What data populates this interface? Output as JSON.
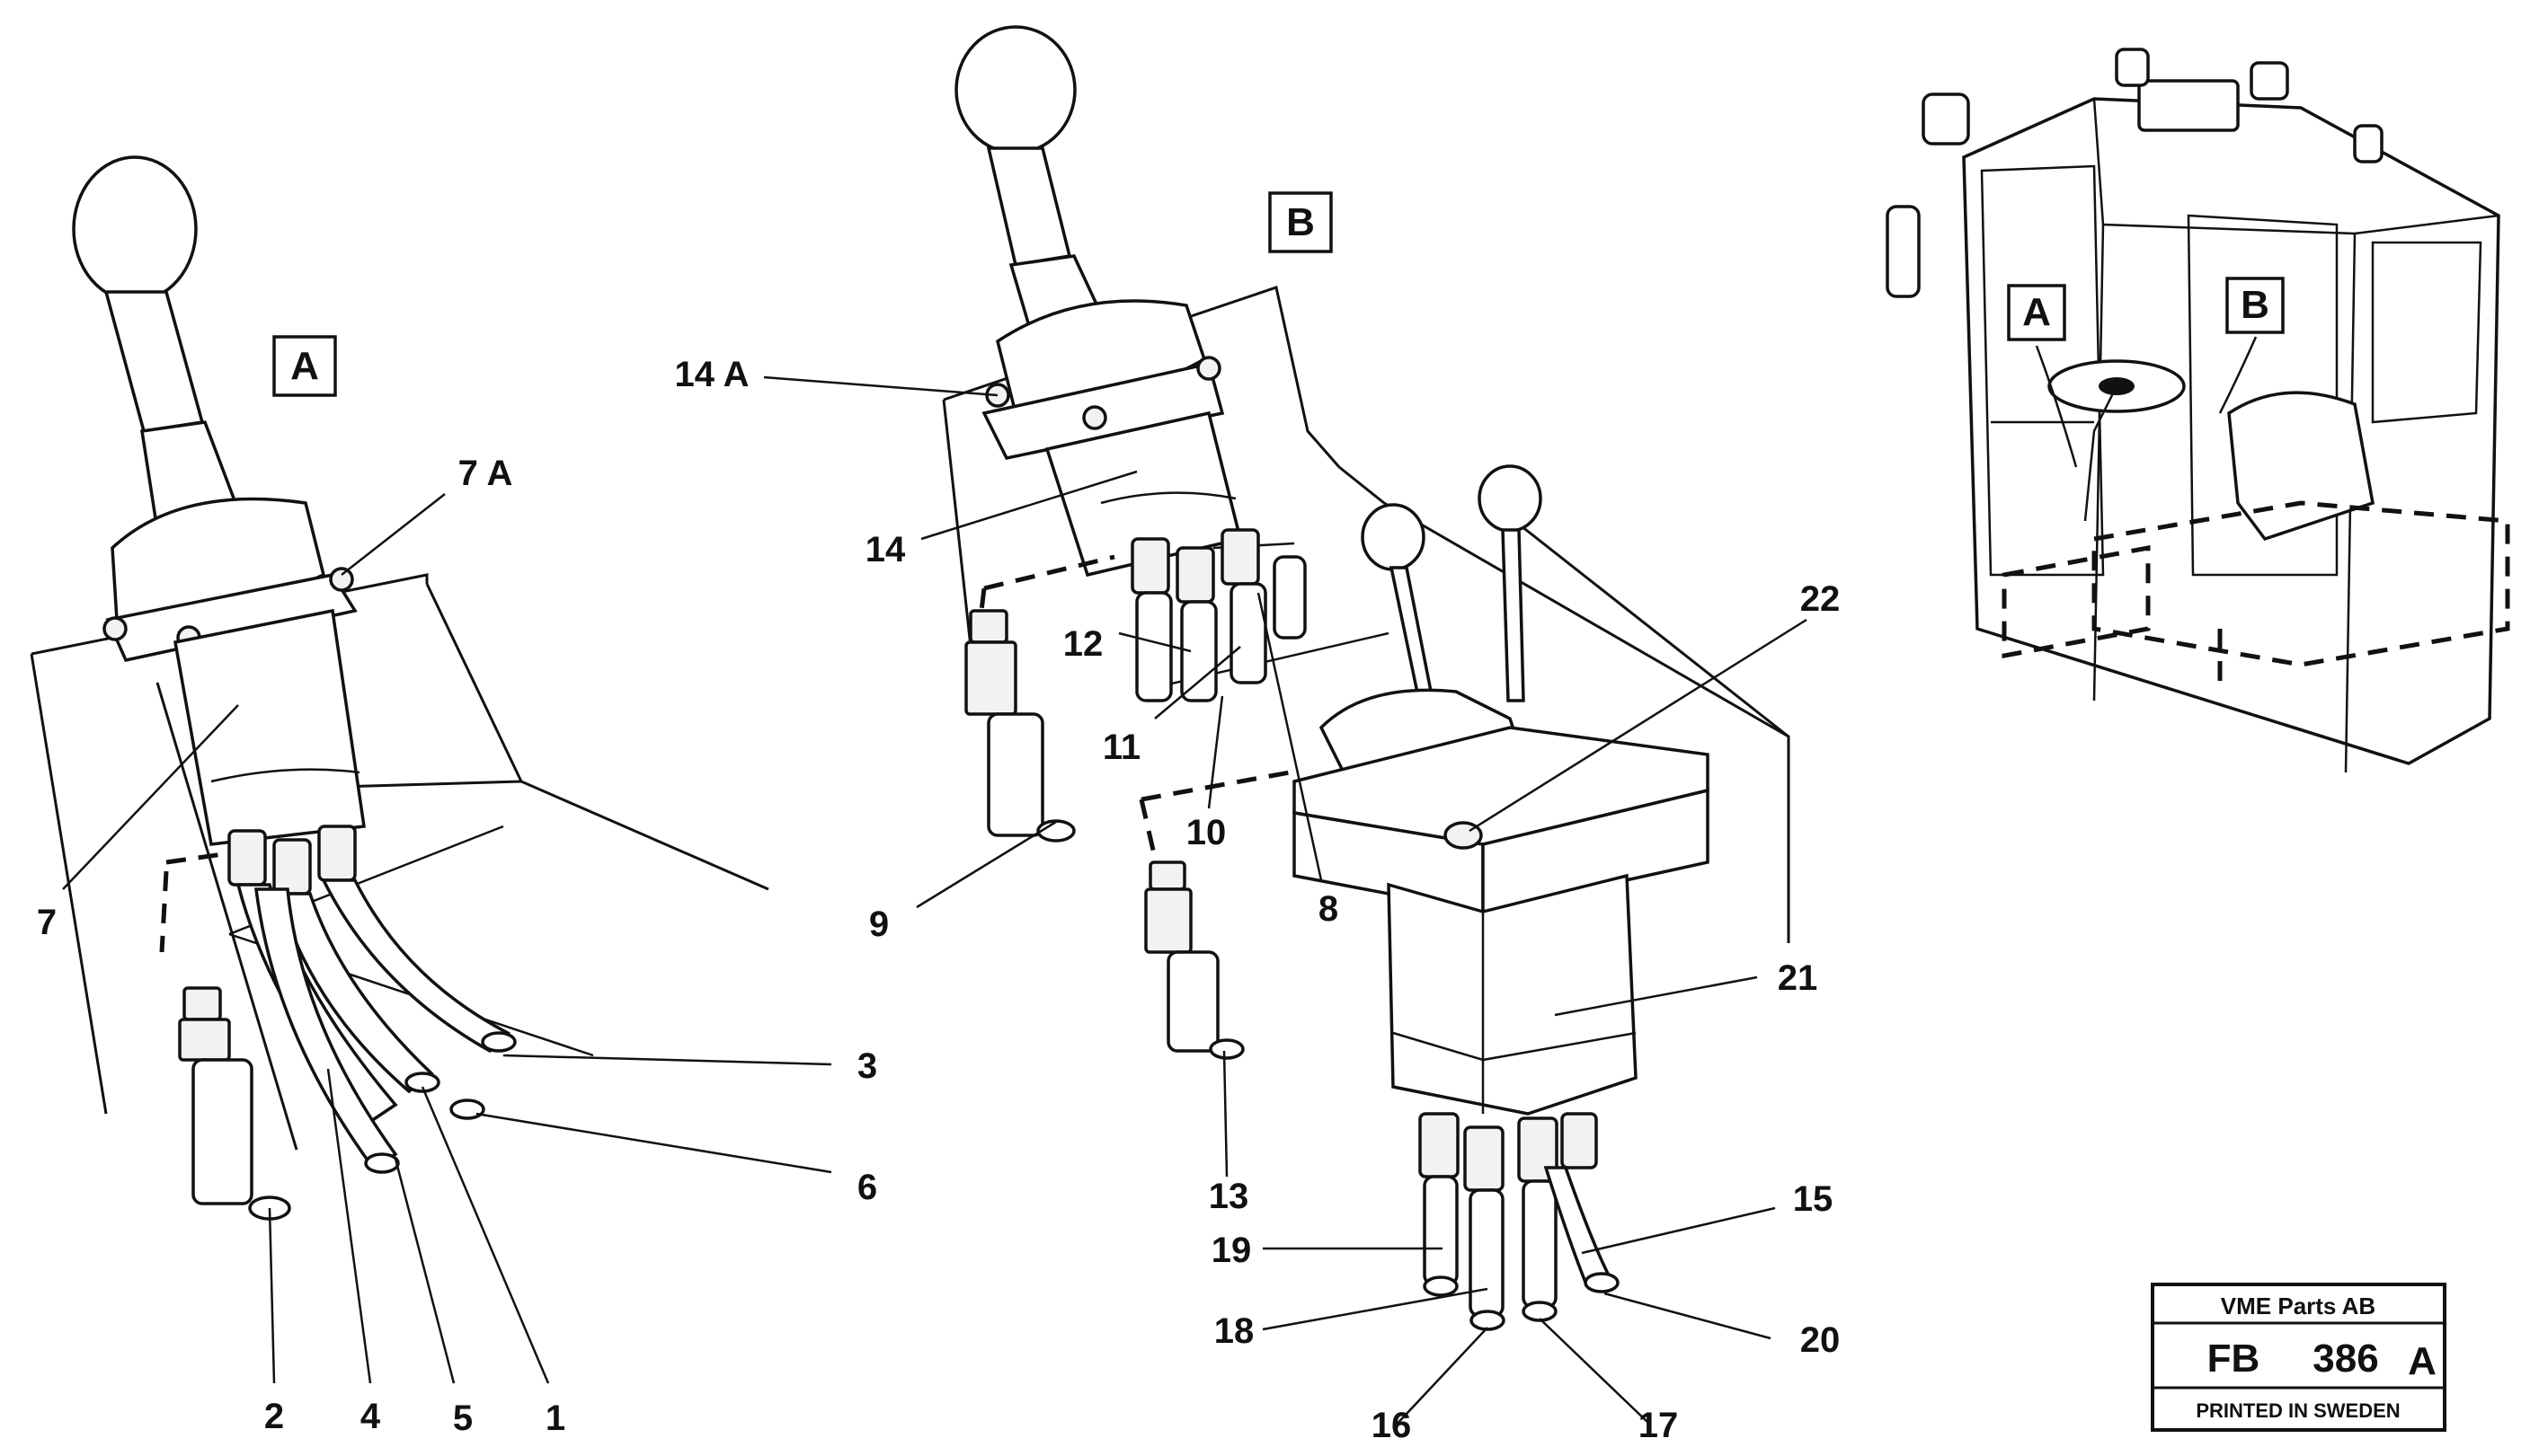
{
  "views": {
    "a_box": "A",
    "b_box": "B",
    "cab_a": "A",
    "cab_b": "B"
  },
  "callouts": {
    "c1": "1",
    "c2": "2",
    "c3": "3",
    "c4": "4",
    "c5": "5",
    "c6": "6",
    "c7": "7",
    "c7a": "7 A",
    "c8": "8",
    "c9": "9",
    "c10": "10",
    "c11": "11",
    "c12": "12",
    "c13": "13",
    "c14": "14",
    "c14a": "14 A",
    "c15": "15",
    "c16": "16",
    "c17": "17",
    "c18": "18",
    "c19": "19",
    "c20": "20",
    "c21": "21",
    "c22": "22"
  },
  "stamp": {
    "company": "VME Parts AB",
    "code_prefix": "FB",
    "code_number": "386",
    "code_suffix": "A",
    "printed": "PRINTED IN SWEDEN"
  }
}
